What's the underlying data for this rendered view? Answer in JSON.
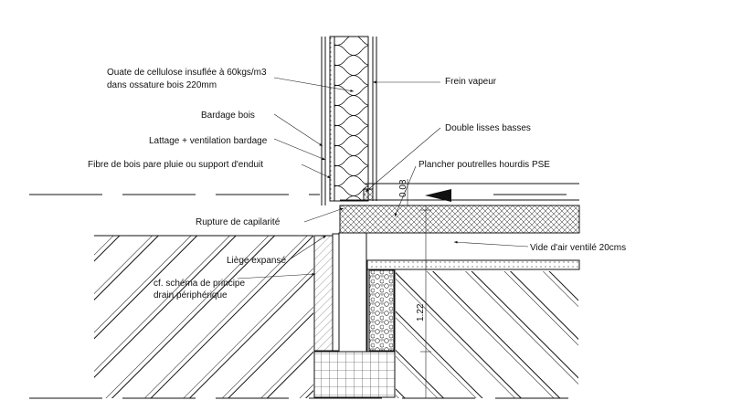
{
  "labels": {
    "cellulose_line1": "Ouate de cellulose insuflée à 60kgs/m3",
    "cellulose_line2": "dans ossature bois 220mm",
    "frein_vapeur": "Frein vapeur",
    "bardage": "Bardage bois",
    "double_lisses": "Double lisses basses",
    "lattage": "Lattage + ventilation bardage",
    "fibre": "Fibre de bois pare pluie ou support d'enduit",
    "plancher": "Plancher poutrelles hourdis PSE",
    "rupture": "Rupture de capilarité",
    "vide_air": "Vide d'air ventilé 20cms",
    "liege": "Liège expansé",
    "drain_line1": "cf. schéma de principe",
    "drain_line2": "drain périphérique"
  },
  "dimensions": {
    "upper": "0.08",
    "lower": "1.22"
  }
}
